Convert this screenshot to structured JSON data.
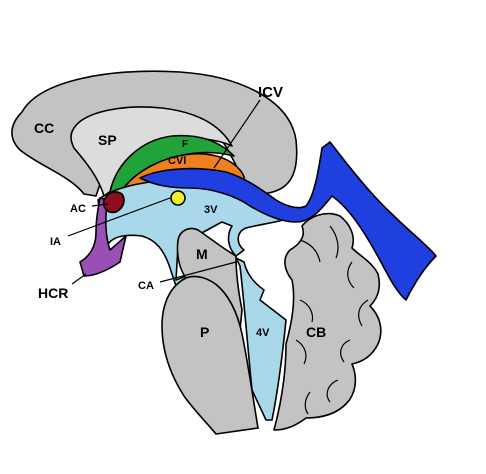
{
  "labels": {
    "cc": "CC",
    "sp": "SP",
    "f": "F",
    "cvi": "CVI",
    "icv": "ICV",
    "ac": "AC",
    "ia": "IA",
    "v3": "3V",
    "hcr": "HCR",
    "m": "M",
    "ca": "CA",
    "p": "P",
    "v4": "4V",
    "cb": "CB"
  },
  "colors": {
    "gray_tissue": "#c3c3c3",
    "light_gray": "#dcdcdc",
    "ventricle_light_blue": "#a9d8ea",
    "fornix_green": "#22a33a",
    "cvi_orange": "#f07f1e",
    "vein_blue": "#1f3fe0",
    "hcr_purple": "#9a4fb6",
    "ac_dark_red": "#8b0f1e",
    "ia_yellow": "#f4f12a"
  }
}
